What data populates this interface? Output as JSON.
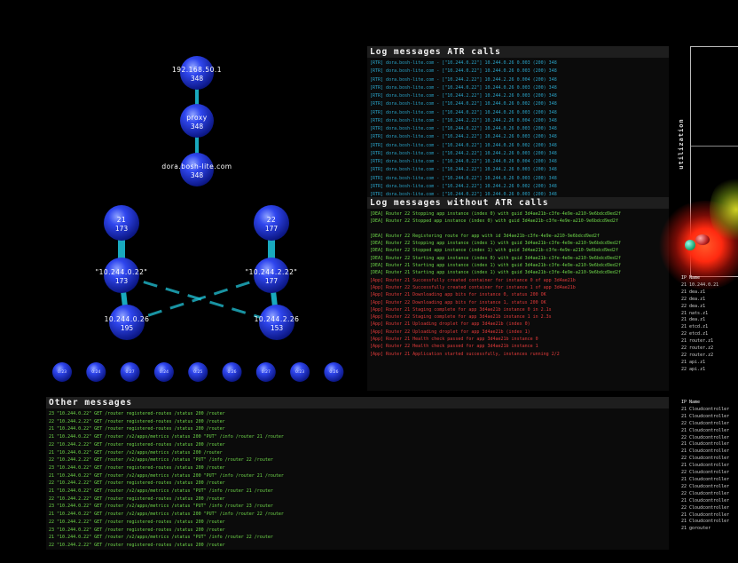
{
  "graph": {
    "nodes": [
      {
        "id": "n1",
        "label1": "192.168.50.1",
        "label2": "348"
      },
      {
        "id": "n2",
        "label1": "proxy",
        "label2": "348"
      },
      {
        "id": "n3",
        "label1": "dora.bosh-lite.com",
        "label2": "348"
      },
      {
        "id": "n4",
        "label1": "21",
        "label2": "173"
      },
      {
        "id": "n5",
        "label1": "22",
        "label2": "177"
      },
      {
        "id": "n6",
        "label1": "\"10.244.0.22\"",
        "label2": "173"
      },
      {
        "id": "n7",
        "label1": "\"10.244.2.22\"",
        "label2": "177"
      },
      {
        "id": "n8",
        "label1": "10.244.0.26",
        "label2": "195"
      },
      {
        "id": "n9",
        "label1": "10.244.2.26",
        "label2": "153"
      }
    ],
    "small_nodes": [
      "0:23",
      "0:24",
      "0:27",
      "0:24",
      "0:25",
      "0:26",
      "0:27",
      "0:23",
      "0:26"
    ]
  },
  "atr_panel": {
    "title": "Log messages ATR calls",
    "lines": [
      "[RTR] dora.bosh-lite.com - [\"10.244.0.22\"] 10.244.0.26 0.003 (200) 348",
      "[RTR] dora.bosh-lite.com - [\"10.244.0.22\"] 10.244.0.26 0.003 (200) 348",
      "[RTR] dora.bosh-lite.com - [\"10.244.2.22\"] 10.244.2.26 0.004 (200) 348",
      "[RTR] dora.bosh-lite.com - [\"10.244.0.22\"] 10.244.0.26 0.003 (200) 348",
      "[RTR] dora.bosh-lite.com - [\"10.244.2.22\"] 10.244.2.26 0.003 (200) 348",
      "[RTR] dora.bosh-lite.com - [\"10.244.0.22\"] 10.244.0.26 0.002 (200) 348",
      "[RTR] dora.bosh-lite.com - [\"10.244.0.22\"] 10.244.0.26 0.003 (200) 348",
      "[RTR] dora.bosh-lite.com - [\"10.244.2.22\"] 10.244.2.26 0.004 (200) 348",
      "[RTR] dora.bosh-lite.com - [\"10.244.0.22\"] 10.244.0.26 0.003 (200) 348",
      "[RTR] dora.bosh-lite.com - [\"10.244.2.22\"] 10.244.2.26 0.003 (200) 348",
      "[RTR] dora.bosh-lite.com - [\"10.244.0.22\"] 10.244.0.26 0.002 (200) 348",
      "[RTR] dora.bosh-lite.com - [\"10.244.2.22\"] 10.244.2.26 0.003 (200) 348",
      "[RTR] dora.bosh-lite.com - [\"10.244.0.22\"] 10.244.0.26 0.004 (200) 348",
      "[RTR] dora.bosh-lite.com - [\"10.244.2.22\"] 10.244.2.26 0.003 (200) 348",
      "[RTR] dora.bosh-lite.com - [\"10.244.0.22\"] 10.244.0.26 0.003 (200) 348",
      "[RTR] dora.bosh-lite.com - [\"10.244.2.22\"] 10.244.2.26 0.002 (200) 348",
      "[RTR] dora.bosh-lite.com - [\"10.244.0.22\"] 10.244.0.26 0.003 (200) 348",
      "[RTR] dora.bosh-lite.com - [\"10.244.2.22\"] 10.244.2.26 0.004 (200) 348"
    ]
  },
  "noatr_panel": {
    "title": "Log messages without ATR calls",
    "lines": [
      {
        "text": "[DEA] Router 22 Stopping app instance (index 0) with guid 3d4ae21b-c3fe-4e9e-a210-9e6bdcd9ed2f",
        "color": "green"
      },
      {
        "text": "[DEA] Router 22 Stopped app instance (index 0) with guid 3d4ae21b-c3fe-4e9e-a210-9e6bdcd9ed2f",
        "color": "green"
      },
      {
        "text": "",
        "color": "green"
      },
      {
        "text": "[DEA] Router 22 Registering route for app with id 3d4ae21b-c3fe-4e9e-a210-9e6bdcd9ed2f",
        "color": "green"
      },
      {
        "text": "[DEA] Router 22 Stopping app instance (index 1) with guid 3d4ae21b-c3fe-4e9e-a210-9e6bdcd9ed2f",
        "color": "green"
      },
      {
        "text": "[DEA] Router 22 Stopped app instance (index 1) with guid 3d4ae21b-c3fe-4e9e-a210-9e6bdcd9ed2f",
        "color": "green"
      },
      {
        "text": "[DEA] Router 22 Starting app instance (index 0) with guid 3d4ae21b-c3fe-4e9e-a210-9e6bdcd9ed2f",
        "color": "green"
      },
      {
        "text": "[DEA] Router 21 Starting app instance (index 1) with guid 3d4ae21b-c3fe-4e9e-a210-9e6bdcd9ed2f",
        "color": "green"
      },
      {
        "text": "[DEA] Router 21 Starting app instance (index 1) with guid 3d4ae21b-c3fe-4e9e-a210-9e6bdcd9ed2f",
        "color": "green"
      },
      {
        "text": "[App] Router 21 Successfully created container for instance 0 of app 3d4ae21b",
        "color": "red"
      },
      {
        "text": "[App] Router 22 Successfully created container for instance 1 of app 3d4ae21b",
        "color": "red"
      },
      {
        "text": "[App] Router 21 Downloading app bits for instance 0, status 200 OK",
        "color": "red"
      },
      {
        "text": "[App] Router 22 Downloading app bits for instance 1, status 200 OK",
        "color": "red"
      },
      {
        "text": "[App] Router 21 Staging complete for app 3d4ae21b instance 0 in 2.1s",
        "color": "red"
      },
      {
        "text": "[App] Router 22 Staging complete for app 3d4ae21b instance 1 in 2.3s",
        "color": "red"
      },
      {
        "text": "[App] Router 21 Uploading droplet for app 3d4ae21b (index 0)",
        "color": "red"
      },
      {
        "text": "[App] Router 22 Uploading droplet for app 3d4ae21b (index 1)",
        "color": "red"
      },
      {
        "text": "[App] Router 21 Health check passed for app 3d4ae21b instance 0",
        "color": "red"
      },
      {
        "text": "[App] Router 22 Health check passed for app 3d4ae21b instance 1",
        "color": "red"
      },
      {
        "text": "[App] Router 21 Application started successfully, instances running 2/2",
        "color": "red"
      }
    ]
  },
  "other_panel": {
    "title": "Other messages",
    "lines": [
      "23 \"10.244.0.22\" GET /router registered-routes /status 200 /router",
      "22 \"10.244.2.22\" GET /router registered-routes /status 200 /router",
      "21 \"10.244.0.22\" GET /router registered-routes /status 200 /router",
      "21 \"10.244.0.22\" GET /router /v2/apps/metrics /status 200 \"PUT\" /info /router 21 /router",
      "22 \"10.244.2.22\" GET /router registered-routes /status 200 /router",
      "21 \"10.244.0.22\" GET /router /v2/apps/metrics /status 200 /router",
      "22 \"10.244.2.22\" GET /router /v2/apps/metrics /status \"PUT\" /info /router 22 /router",
      "23 \"10.244.0.22\" GET /router registered-routes /status 200 /router",
      "21 \"10.244.0.22\" GET /router /v2/apps/metrics /status 200 \"PUT\" /info /router 21 /router",
      "22 \"10.244.2.22\" GET /router registered-routes /status 200 /router",
      "21 \"10.244.0.22\" GET /router /v2/apps/metrics /status \"PUT\" /info /router 21 /router",
      "22 \"10.244.2.22\" GET /router registered-routes /status 200 /router",
      "23 \"10.244.0.22\" GET /router /v2/apps/metrics /status \"PUT\" /info /router 23 /router",
      "21 \"10.244.0.22\" GET /router /v2/apps/metrics /status 200 \"PUT\" /info /router 22 /router",
      "22 \"10.244.2.22\" GET /router registered-routes /status 200 /router",
      "23 \"10.244.0.22\" GET /router registered-routes /status 200 /router",
      "21 \"10.244.0.22\" GET /router /v2/apps/metrics /status \"PUT\" /info /router 22 /router",
      "22 \"10.244.2.22\" GET /router registered-routes /status 200 /router",
      "23 \"10.244.0.22\" GET /router /v2/apps/metrics /status \"PUT\" /info /router 21 /router"
    ]
  },
  "right_panel": {
    "ylabel": "utilization",
    "list1_header": "IP Name",
    "list1": [
      "21 10.244.0.21",
      "21 dea.z1",
      "22 dea.z1",
      "22 dea.z1",
      "21 nats.z1",
      "21 dea.z1",
      "21 etcd.z1",
      "22 etcd.z1",
      "21 router.z1",
      "22 router.z2",
      "22 router.z2",
      "21 api.z1",
      "22 api.z1"
    ],
    "list2_header": "IP Name",
    "list2": [
      "21 Cloudcontroller",
      "21 Cloudcontroller",
      "22 Cloudcontroller",
      "21 Cloudcontroller",
      "22 Cloudcontroller",
      "21 Cloudcontroller",
      "21 Cloudcontroller",
      "22 Cloudcontroller",
      "21 Cloudcontroller",
      "22 Cloudcontroller",
      "21 Cloudcontroller",
      "22 Cloudcontroller",
      "22 Cloudcontroller",
      "21 Cloudcontroller",
      "22 Cloudcontroller",
      "21 Cloudcontroller",
      "21 Cloudcontroller",
      "21 gorouter"
    ]
  },
  "colors": {
    "node": "#1b2fd8",
    "edge": "#1bb3c9",
    "atr_text": "#2aa3c8",
    "ok_text": "#6fd84a",
    "err_text": "#e23a3a"
  }
}
